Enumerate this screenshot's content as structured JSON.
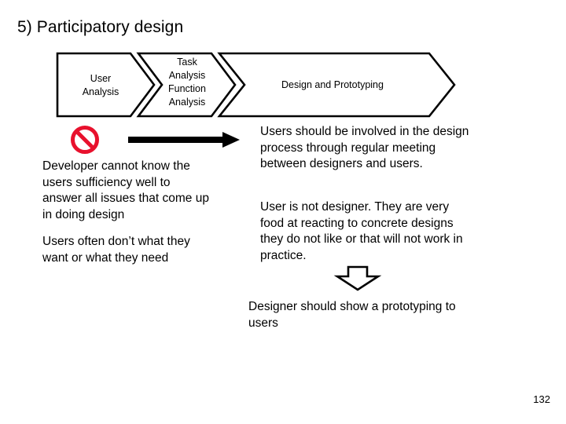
{
  "slide": {
    "title": "5) Participatory design",
    "page_number": "132",
    "background_color": "#ffffff",
    "text_color": "#000000"
  },
  "process_flow": {
    "name": "participatory-design-process",
    "stages": [
      {
        "id": "user-analysis",
        "lines": [
          "User",
          "Analysis"
        ]
      },
      {
        "id": "task-function-analysis",
        "lines": [
          "Task",
          "Analysis",
          "Function",
          "Analysis"
        ]
      },
      {
        "id": "design-and-prototyping",
        "lines": [
          "Design and Prototyping"
        ]
      }
    ],
    "stroke_color": "#000000",
    "fill_color": "#ffffff"
  },
  "icons": {
    "prohibition": {
      "name": "prohibition-icon",
      "color": "#e8112d",
      "meaning": "no / cannot"
    },
    "right_arrow": {
      "name": "right-arrow-icon",
      "color": "#000000",
      "meaning": "leads to"
    },
    "down_arrow": {
      "name": "down-arrow-icon",
      "color": "#000000",
      "fill": "#ffffff",
      "meaning": "therefore"
    }
  },
  "problems": {
    "heading": "",
    "items": [
      "Developer cannot know the users sufficiency well to answer all issues that come up in doing design",
      "Users often don’t what they want or what they need"
    ]
  },
  "solutions": {
    "heading": "",
    "items": [
      "Users should be involved in the design process through regular meeting between designers and users.",
      "User is not designer. They are very food at reacting to concrete designs they do not like or that will not work in practice."
    ]
  },
  "conclusion": {
    "text": "Designer should show a prototyping to users"
  }
}
